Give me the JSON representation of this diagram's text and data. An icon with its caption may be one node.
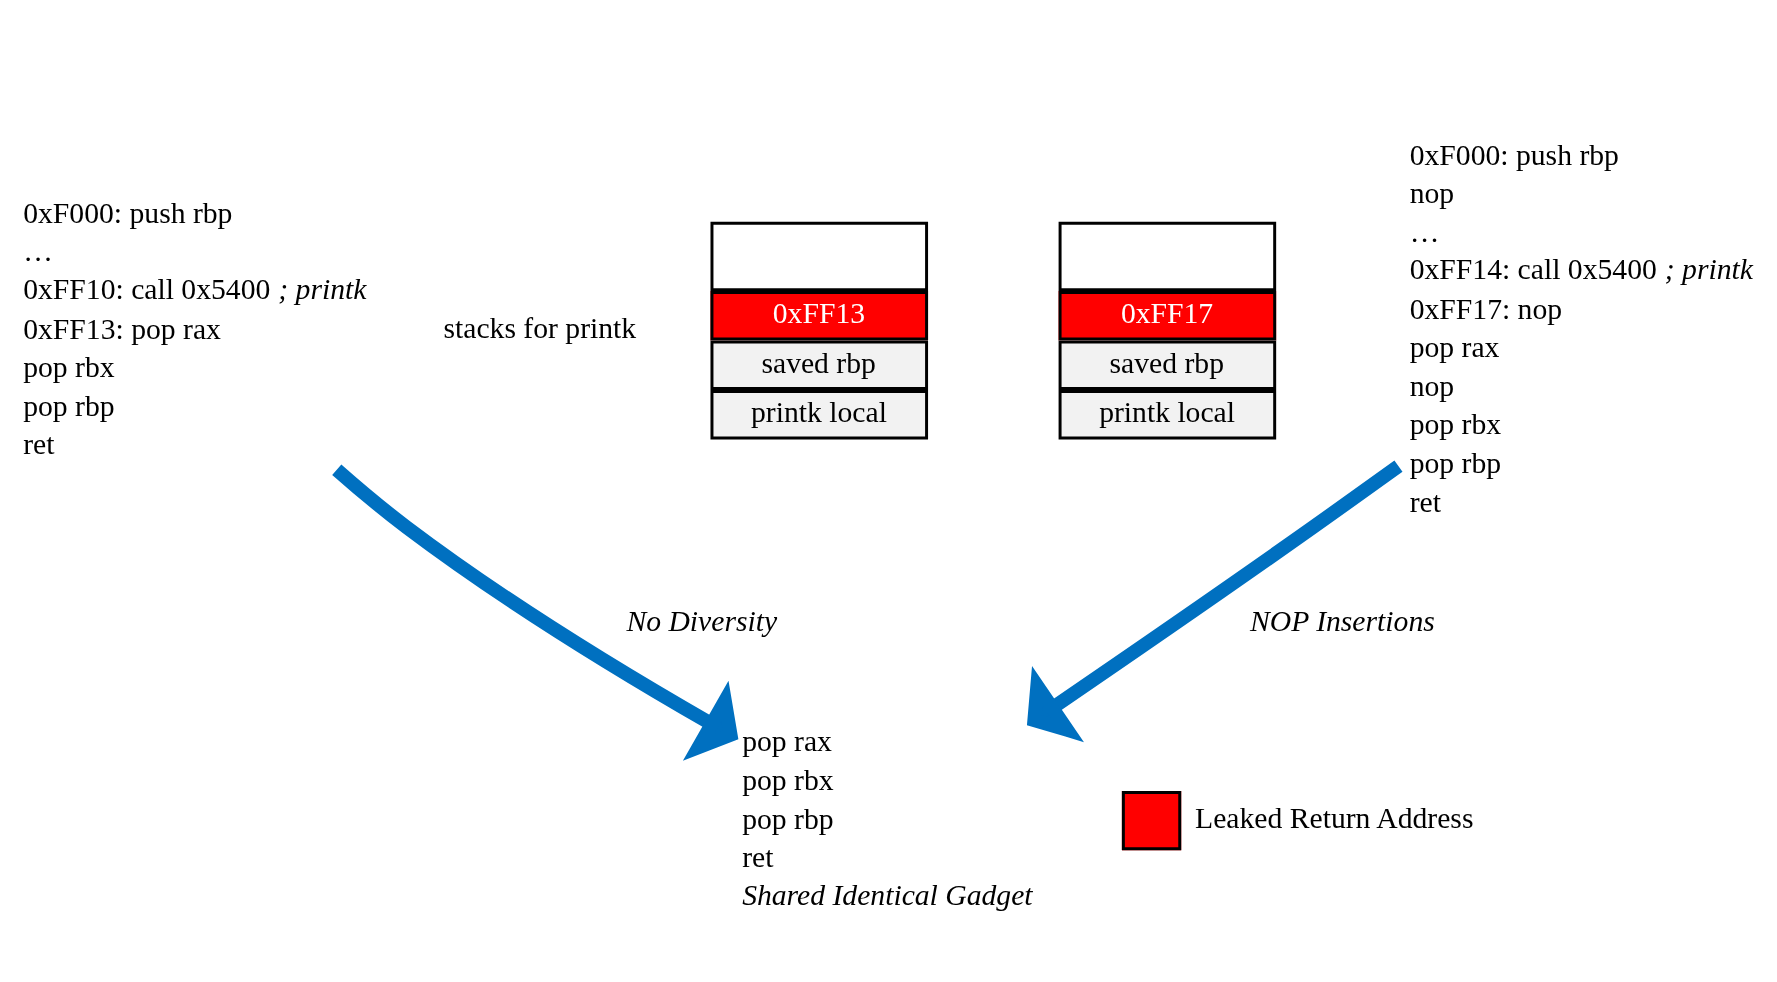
{
  "diagram": {
    "nodes": [
      {
        "text": [
          "0xF000: push rbp",
          "…",
          "0xFF10: call 0x5400 *; printk*",
          "0xFF13: pop rax",
          "pop rbx",
          "pop rbp",
          "ret"
        ]
      },
      {
        "text": [
          "0xFF13",
          "saved rbp",
          "printk local"
        ]
      },
      {
        "text": [
          "0xFF17",
          "saved rbp",
          "printk local"
        ]
      },
      {
        "text": [
          "0xF000: push rbp",
          "nop",
          "…",
          "0xFF14: call 0x5400 *; printk*",
          "0xFF17: nop",
          "pop rax",
          "nop",
          "pop rbx",
          "pop rbp",
          "ret"
        ]
      },
      {
        "text": [
          "pop rax",
          "pop rbx",
          "pop rbp",
          "ret"
        ],
        "beside": [
          "Shared Identical Gadget"
        ]
      }
    ],
    "edges": [
      {
        "from": 0,
        "to": 4,
        "arrow": "to",
        "label": "No Diversity"
      },
      {
        "from": 3,
        "to": 4,
        "arrow": "to",
        "label": "NOP Insertions"
      }
    ],
    "labels": [
      "stacks for printk"
    ],
    "legend": [
      {
        "text": "Leaked Return Address",
        "color": "#ff0000"
      }
    ]
  }
}
